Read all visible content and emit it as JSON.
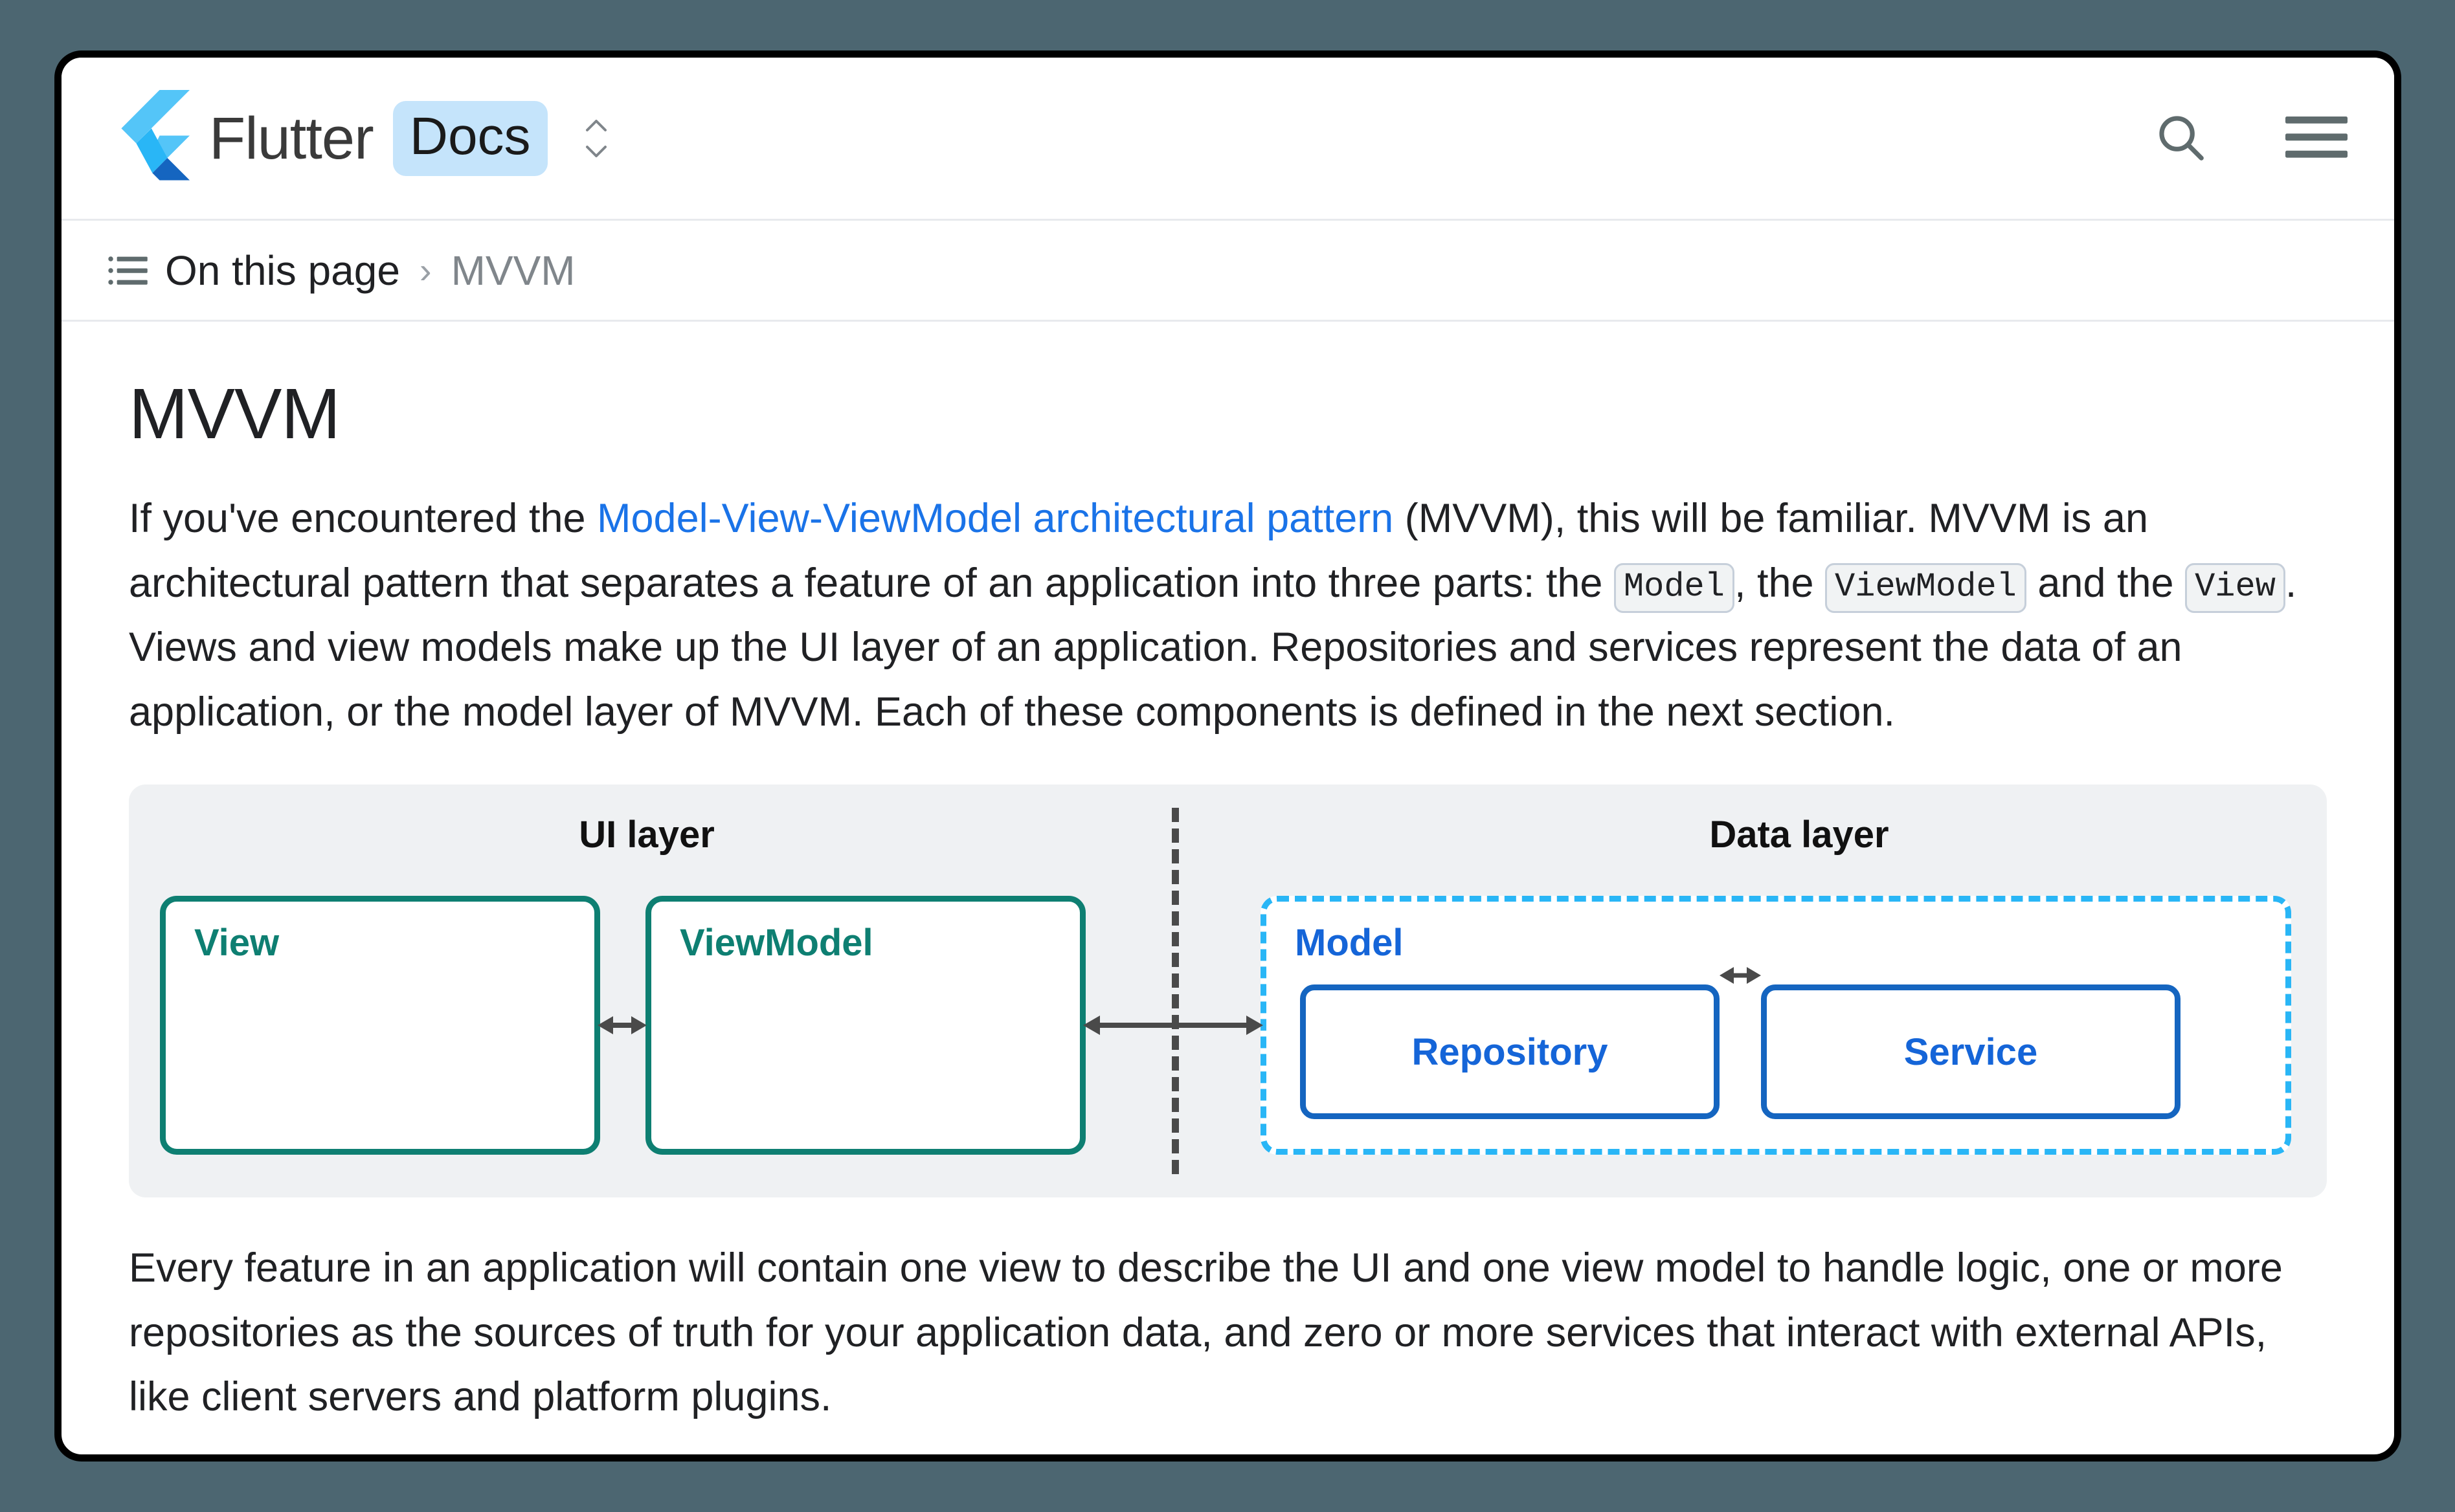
{
  "header": {
    "logo_icon": "flutter-logo-icon",
    "brand": "Flutter",
    "badge": "Docs",
    "version_switcher_icon": "chevron-up-down-icon",
    "search_icon": "search-icon",
    "menu_icon": "hamburger-menu-icon"
  },
  "breadcrumb": {
    "list_icon": "list-bullet-icon",
    "current": "On this page",
    "separator": "›",
    "tail": "MVVM"
  },
  "page": {
    "title": "MVVM",
    "paragraph1": {
      "before_link": "If you've encountered the ",
      "link_text": "Model-View-ViewModel architectural pattern",
      "after_link": " (MVVM), this will be familiar. MVVM is an architectural pattern that separates a feature of an application into three parts: the ",
      "code1": "Model",
      "mid1": ", the ",
      "code2": "ViewModel",
      "mid2": " and the ",
      "code3": "View",
      "tail": ". Views and view models make up the UI layer of an application. Repositories and services represent the data of an application, or the model layer of MVVM. Each of these components is defined in the next section."
    },
    "paragraph2": "Every feature in an application will contain one view to describe the UI and one view model to handle logic, one or more repositories as the sources of truth for your application data, and zero or more services that interact with external APIs, like client servers and platform plugins."
  },
  "diagram": {
    "ui_layer_title": "UI layer",
    "data_layer_title": "Data layer",
    "nodes": {
      "view": "View",
      "viewmodel": "ViewModel",
      "model": "Model",
      "repository": "Repository",
      "service": "Service"
    },
    "colors": {
      "panel_bg": "#eff1f3",
      "ui_node_border": "#0e7f72",
      "ui_node_text": "#0e7f72",
      "model_border": "#29b6f6",
      "data_node_border": "#1565c0",
      "data_node_text": "#1565d8",
      "divider": "#4a4a4a",
      "arrow": "#4a4a4a"
    },
    "arrows": [
      {
        "name": "view-viewmodel",
        "type": "double"
      },
      {
        "name": "viewmodel-model",
        "type": "double"
      },
      {
        "name": "repository-service",
        "type": "double"
      }
    ]
  },
  "theme": {
    "link": "#1a73e8",
    "badge_bg": "#c5e4fb",
    "desktop_bg": "#4c6671",
    "text": "#202124"
  }
}
